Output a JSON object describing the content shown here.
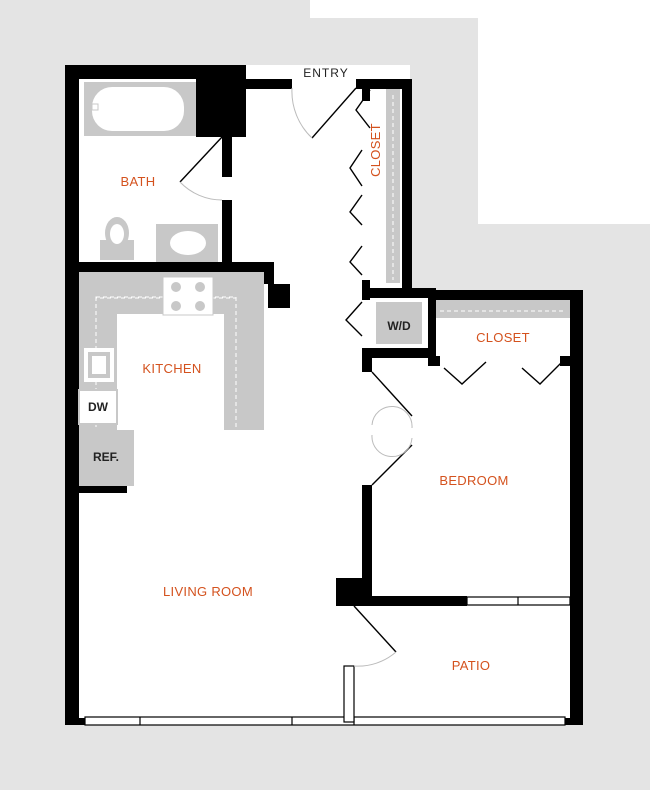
{
  "labels": {
    "entry": "ENTRY",
    "bath": "BATH",
    "closet_entry": "CLOSET",
    "kitchen": "KITCHEN",
    "dw": "DW",
    "ref": "REF.",
    "wd": "W/D",
    "closet_bedroom": "CLOSET",
    "bedroom": "BEDROOM",
    "living_room": "LIVING ROOM",
    "patio": "PATIO"
  },
  "colors": {
    "room_label": "#d4521e",
    "wall": "#000000",
    "fixture": "#c8c8c8",
    "background": "#e4e4e4",
    "floor": "#ffffff"
  }
}
